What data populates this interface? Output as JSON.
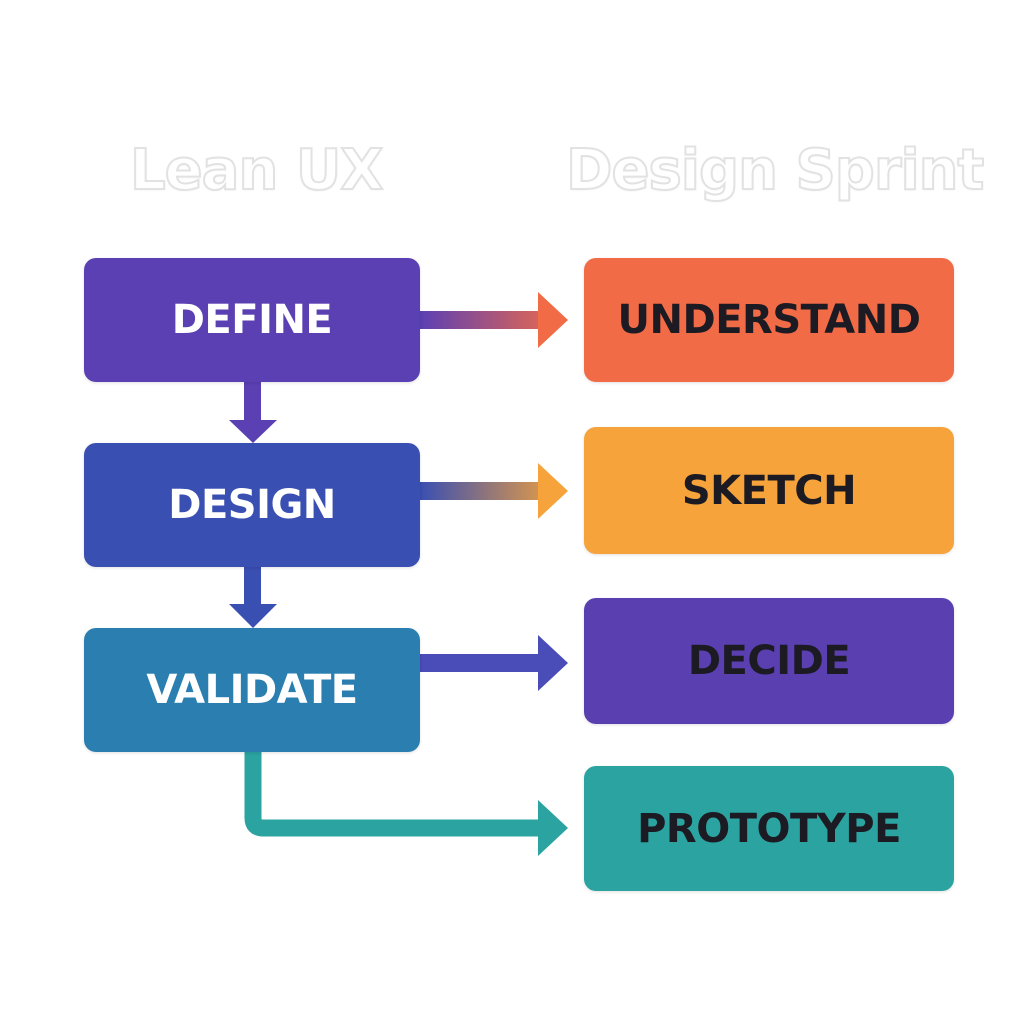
{
  "headers": {
    "lean_ux": "Lean UX",
    "design_sprint": "Design Sprint"
  },
  "lean_ux_steps": [
    {
      "label": "DEFINE",
      "color": "#5b40b3"
    },
    {
      "label": "DESIGN",
      "color": "#3a4fb2"
    },
    {
      "label": "VALIDATE",
      "color": "#2b7fb0"
    }
  ],
  "design_sprint_steps": [
    {
      "label": "UNDERSTAND",
      "color": "#f26b47"
    },
    {
      "label": "SKETCH",
      "color": "#f5a33a"
    },
    {
      "label": "DECIDE",
      "color": "#5a3fb0"
    },
    {
      "label": "PROTOTYPE",
      "color": "#2aa3a1"
    }
  ],
  "connections": [
    {
      "from": "DEFINE",
      "to": "DESIGN",
      "color": "#5b40b3"
    },
    {
      "from": "DESIGN",
      "to": "VALIDATE",
      "color": "#3a4fb2"
    },
    {
      "from": "DEFINE",
      "to": "UNDERSTAND",
      "color_start": "#5b40b3",
      "color_end": "#f26b47"
    },
    {
      "from": "DESIGN",
      "to": "SKETCH",
      "color_start": "#3a4fb2",
      "color_end": "#f5a33a"
    },
    {
      "from": "VALIDATE",
      "to": "DECIDE",
      "color": "#4a4cb8"
    },
    {
      "from": "VALIDATE",
      "to": "PROTOTYPE",
      "color": "#2aa3a1"
    }
  ]
}
